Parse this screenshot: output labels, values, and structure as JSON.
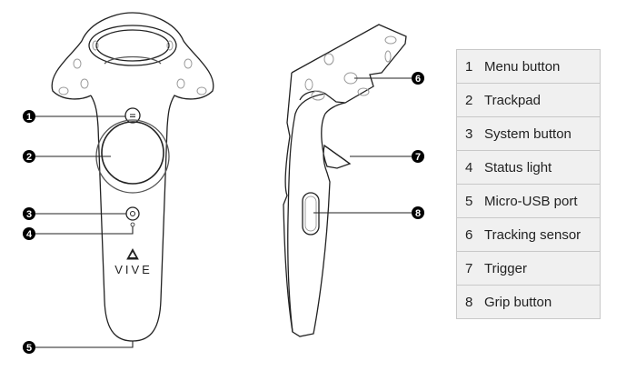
{
  "diagram": {
    "brand_logo_text": "VIVE",
    "callouts": [
      "1",
      "2",
      "3",
      "4",
      "5",
      "6",
      "7",
      "8"
    ]
  },
  "legend": [
    {
      "number": "1",
      "label": "Menu button"
    },
    {
      "number": "2",
      "label": "Trackpad"
    },
    {
      "number": "3",
      "label": "System button"
    },
    {
      "number": "4",
      "label": "Status light"
    },
    {
      "number": "5",
      "label": "Micro-USB port"
    },
    {
      "number": "6",
      "label": "Tracking sensor"
    },
    {
      "number": "7",
      "label": "Trigger"
    },
    {
      "number": "8",
      "label": "Grip button"
    }
  ]
}
